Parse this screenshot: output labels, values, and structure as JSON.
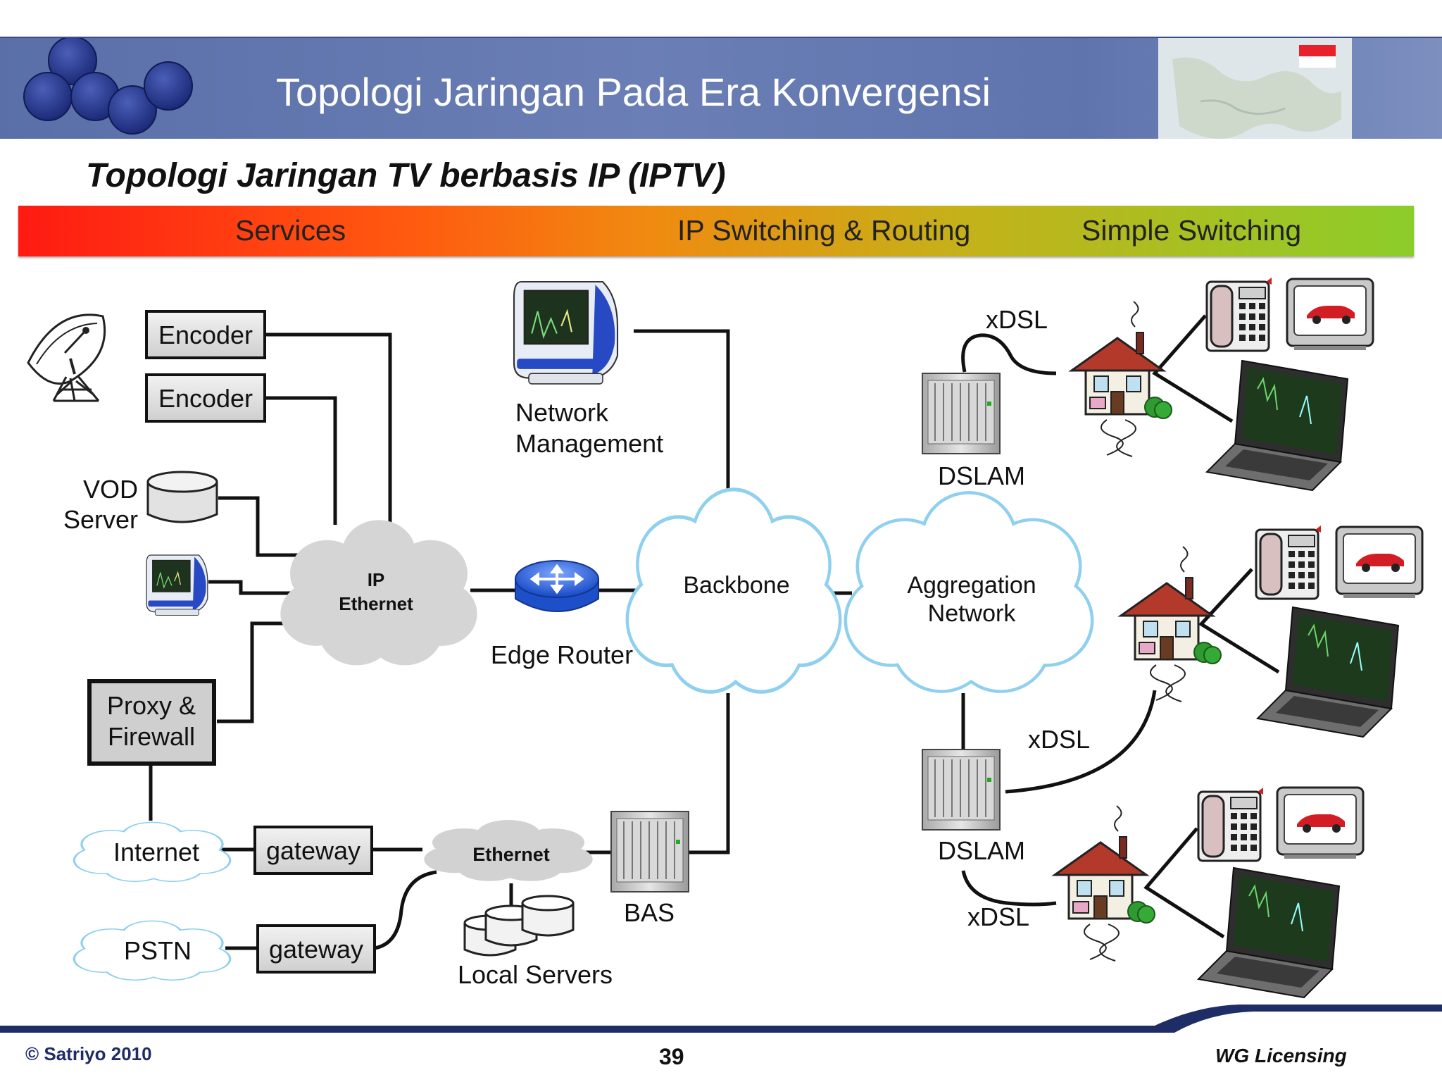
{
  "header": {
    "title": "Topologi Jaringan Pada Era Konvergensi"
  },
  "subtitle": "Topologi Jaringan TV berbasis IP (IPTV)",
  "band": {
    "services": "Services",
    "ip_switching": "IP Switching & Routing",
    "simple_switching": "Simple Switching"
  },
  "nodes": {
    "encoder1": "Encoder",
    "encoder2": "Encoder",
    "vod_line1": "VOD",
    "vod_line2": "Server",
    "ip_ethernet_line1": "IP",
    "ip_ethernet_line2": "Ethernet",
    "proxy_line1": "Proxy &",
    "proxy_line2": "Firewall",
    "internet": "Internet",
    "pstn": "PSTN",
    "gateway1": "gateway",
    "gateway2": "gateway",
    "ethernet": "Ethernet",
    "local_servers": "Local Servers",
    "bas": "BAS",
    "netmgmt_line1": "Network",
    "netmgmt_line2": "Management",
    "edge_router": "Edge Router",
    "backbone": "Backbone",
    "aggregation_line1": "Aggregation",
    "aggregation_line2": "Network",
    "dslam1": "DSLAM",
    "dslam2": "DSLAM",
    "xdsl1": "xDSL",
    "xdsl2": "xDSL",
    "xdsl3": "xDSL"
  },
  "footer": {
    "copyright": "© Satriyo 2010",
    "page_number": "39",
    "organization": "WG Licensing"
  },
  "colors": {
    "header_blue": "#5f73ad",
    "band_start": "#ff1a12",
    "band_end": "#8ccd2a",
    "footer_navy": "#1f2d66"
  }
}
